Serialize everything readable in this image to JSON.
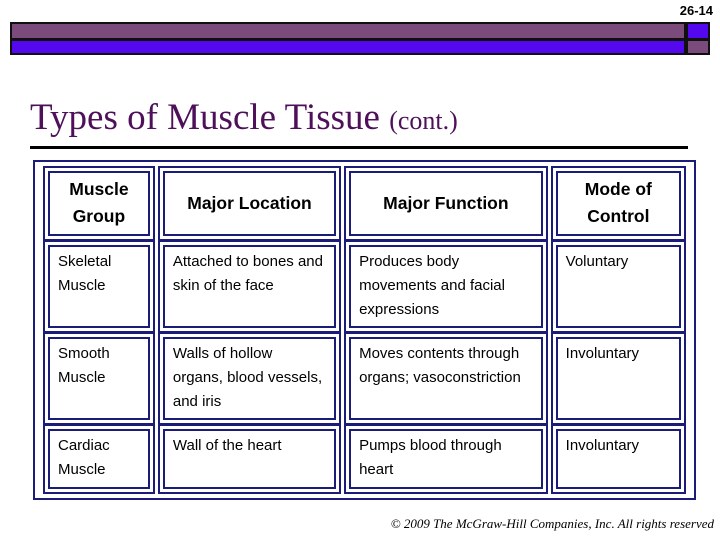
{
  "page": {
    "slide_number": "26-14",
    "footer": "© 2009 The McGraw-Hill Companies, Inc. All rights reserved"
  },
  "title": {
    "main": "Types of Muscle Tissue ",
    "suffix": "(cont.)"
  },
  "table": {
    "headers": [
      "Muscle Group",
      "Major Location",
      "Major Function",
      "Mode of Control"
    ],
    "rows": [
      [
        "Skeletal Muscle",
        "Attached to bones and skin of the face",
        "Produces body movements and facial expressions",
        "Voluntary"
      ],
      [
        "Smooth Muscle",
        "Walls of hollow organs, blood vessels, and iris",
        "Moves contents through organs; vasoconstriction",
        "Involuntary"
      ],
      [
        "Cardiac Muscle",
        "Wall of the heart",
        "Pumps blood through heart",
        "Involuntary"
      ]
    ]
  },
  "colors": {
    "banner_purple": "#7B4B7C",
    "banner_violet": "#5408EE",
    "table_border_navy": "#1B1B78",
    "title_purple": "#4E1059",
    "rule_black": "#000000"
  }
}
